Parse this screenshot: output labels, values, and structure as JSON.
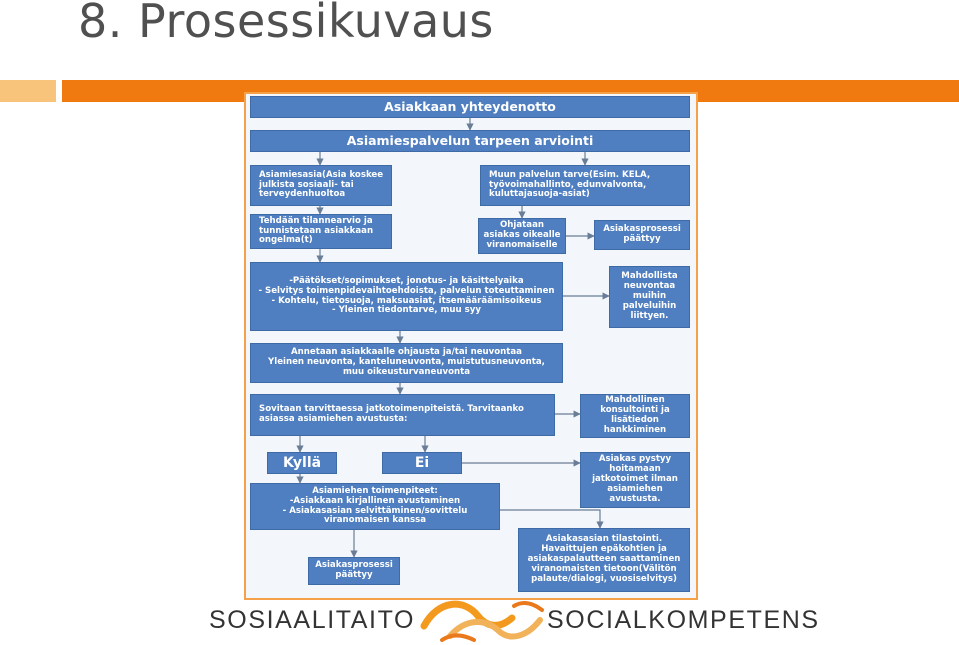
{
  "page": {
    "title": "8. Prosessikuvaus"
  },
  "colors": {
    "accent_orange": "#f07a10",
    "accent_light": "#f8c47c",
    "box_blue": "#4f7fc0",
    "logo_orange": "#f39a1e"
  },
  "flowchart": {
    "contact": "Asiakkaan yhteydenotto",
    "assessment": "Asiamiespalvelun tarpeen arviointi",
    "ombudsman_case": "Asiamiesasia(Asia koskee\njulkista sosiaali- tai\nterveydenhuoltoa",
    "other_service": "Muun palvelun tarve(Esim. KELA,\ntyövoimahallinto, edunvalvonta,\nkuluttajasuoja-asiat)",
    "situation_assessment": "Tehdään tilannearvio ja\ntunnistetaan asiakkaan\nongelma(t)",
    "guide_to_authority": "Ohjataan\nasiakas oikealle\nviranomaiselle",
    "process_ends_top": "Asiakasprosessi\npäättyy",
    "topics": "-Päätökset/sopimukset, jonotus- ja käsittelyaika\n- Selvitys toimenpidevaihtoehdoista, palvelun toteuttaminen\n- Kohtelu, tietosuoja, maksuasiat, itsemääräämisoikeus\n- Yleinen tiedontarve, muu syy",
    "advice_other_services": "Mahdollista\nneuvontaa\nmuihin\npalveluihin\nliittyen.",
    "guidance": "Annetaan asiakkaalle ohjausta ja/tai neuvontaa\nYleinen neuvonta, kanteluneuvonta, muistutusneuvonta,\nmuu oikeusturvaneuvonta",
    "follow_up": "Sovitaan tarvittaessa jatkotoimenpiteistä. Tarvitaanko\nasiassa asiamiehen avustusta:",
    "consultation": "Mahdollinen\nkonsultointi ja\nlisätiedon\nhankkiminen",
    "yes": "Kyllä",
    "no": "Ei",
    "client_manages": "Asiakas pystyy\nhoitamaan\njatkotoimet ilman\nasiamiehen\navustusta.",
    "ombudsman_actions": "Asiamiehen toimenpiteet:\n-Asiakkaan kirjallinen avustaminen\n- Asiakasasian selvittäminen/sovittelu\nviranomaisen kanssa",
    "statistics": "Asiakasasian tilastointi.\nHavaittujen epäkohtien ja\nasiakaspalautteen saattaminen\nviranomaisten tietoon(Välitön\npalaute/dialogi, vuosiselvitys)",
    "process_ends_bottom": "Asiakasprosessi\npäättyy"
  },
  "footer": {
    "left_text": "SOSIAALITAITO",
    "right_text": "SOCIALKOMPETENS"
  },
  "icons": {
    "logo": "sosiaalitaito-swirl-logo-icon"
  }
}
